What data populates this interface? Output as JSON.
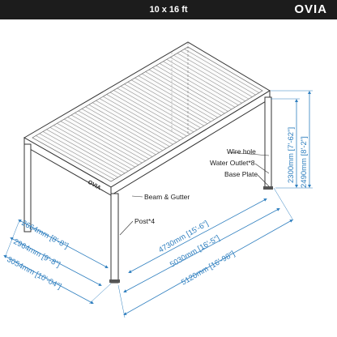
{
  "header": {
    "title": "10 x 16 ft",
    "brand": "OVIA",
    "bar_color": "#1c1c1c"
  },
  "drawing": {
    "beam_logo": "OVIA",
    "labels": {
      "wire_hole": "Wire hole",
      "water_outlet": "Water Outlet*8",
      "base_plate": "Base Plate",
      "beam_gutter": "Beam & Gutter",
      "post": "Post*4"
    },
    "dimensions": {
      "width_inner": "2664mm [8'-8\"]",
      "width_mid": "2964mm [9'-8\"]",
      "width_outer": "3054mm [10'-04\"]",
      "length_inner": "4730mm [15'-6\"]",
      "length_mid": "5030mm [16'-5\"]",
      "length_outer": "5120mm [16'-98\"]",
      "height_clear": "2300mm [7'-62\"]",
      "height_total": "2490mm [8'-2\"]"
    },
    "dimension_color": "#2f7fbf",
    "line_color": "#333333"
  }
}
